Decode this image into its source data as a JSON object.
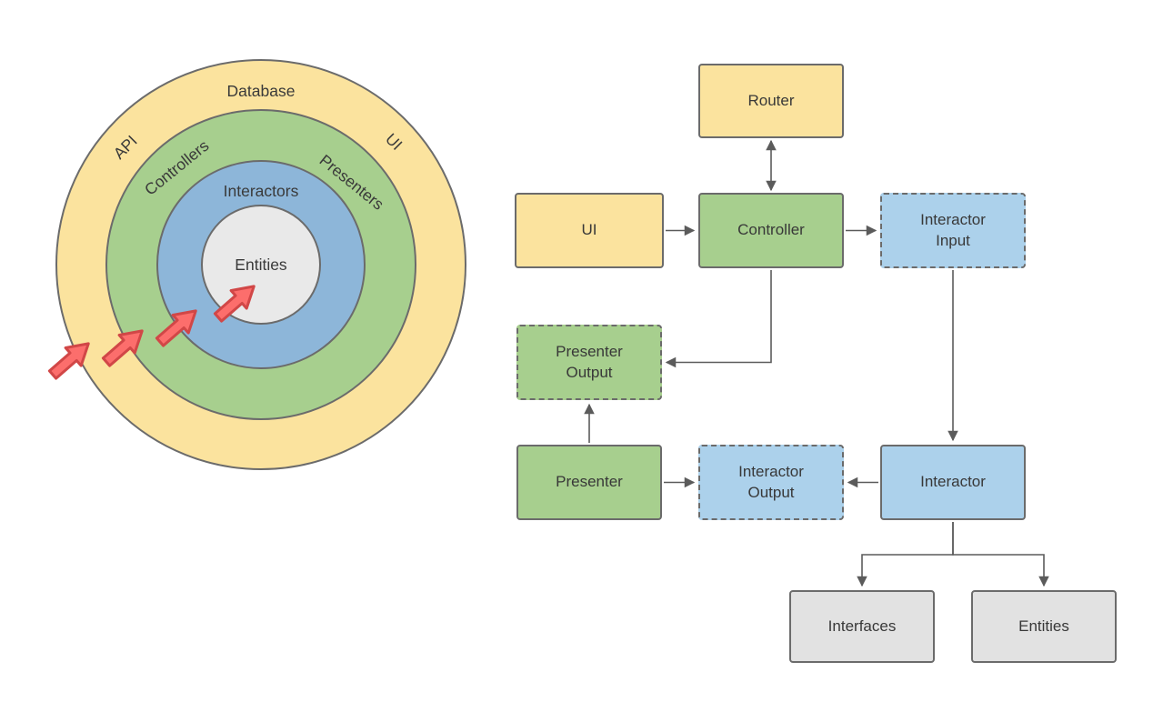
{
  "onion": {
    "labels": {
      "outer_top": "Database",
      "outer_left": "API",
      "outer_right": "UI",
      "middle_left": "Controllers",
      "middle_right": "Presenters",
      "inner": "Interactors",
      "core": "Entities"
    },
    "colors": {
      "outer_ring": "#FBE39E",
      "middle_ring": "#A7CF8E",
      "inner_ring": "#8DB6D9",
      "core": "#E9E9E9",
      "ring_stroke": "#6B6B6B",
      "inward_arrow_fill": "#FC6E6C",
      "inward_arrow_stroke": "#D14747"
    },
    "inward_arrow_count": 4
  },
  "flow": {
    "nodes": [
      {
        "id": "router",
        "label": "Router",
        "color": "yellow",
        "border": "solid"
      },
      {
        "id": "ui",
        "label": "UI",
        "color": "yellow",
        "border": "solid"
      },
      {
        "id": "controller",
        "label": "Controller",
        "color": "green",
        "border": "solid"
      },
      {
        "id": "interactor-input",
        "label": "Interactor Input",
        "color": "blue",
        "border": "dashed"
      },
      {
        "id": "presenter-output",
        "label": "Presenter Output",
        "color": "green",
        "border": "dashed"
      },
      {
        "id": "presenter",
        "label": "Presenter",
        "color": "green",
        "border": "solid"
      },
      {
        "id": "interactor-output",
        "label": "Interactor Output",
        "color": "blue",
        "border": "dashed"
      },
      {
        "id": "interactor",
        "label": "Interactor",
        "color": "blue",
        "border": "solid"
      },
      {
        "id": "interfaces",
        "label": "Interfaces",
        "color": "gray",
        "border": "solid"
      },
      {
        "id": "entities",
        "label": "Entities",
        "color": "gray",
        "border": "solid"
      }
    ],
    "connections": [
      {
        "from": "router",
        "to": "controller",
        "type": "bidirectional"
      },
      {
        "from": "ui",
        "to": "controller",
        "type": "arrow"
      },
      {
        "from": "controller",
        "to": "interactor-input",
        "type": "arrow"
      },
      {
        "from": "controller",
        "to": "presenter-output",
        "type": "arrow"
      },
      {
        "from": "interactor-input",
        "to": "interactor",
        "type": "arrow"
      },
      {
        "from": "interactor",
        "to": "interactor-output",
        "type": "arrow"
      },
      {
        "from": "presenter",
        "to": "interactor-output",
        "type": "arrow"
      },
      {
        "from": "presenter",
        "to": "presenter-output",
        "type": "arrow"
      },
      {
        "from": "interactor",
        "to": "interfaces",
        "type": "arrow"
      },
      {
        "from": "interactor",
        "to": "entities",
        "type": "arrow"
      }
    ]
  }
}
